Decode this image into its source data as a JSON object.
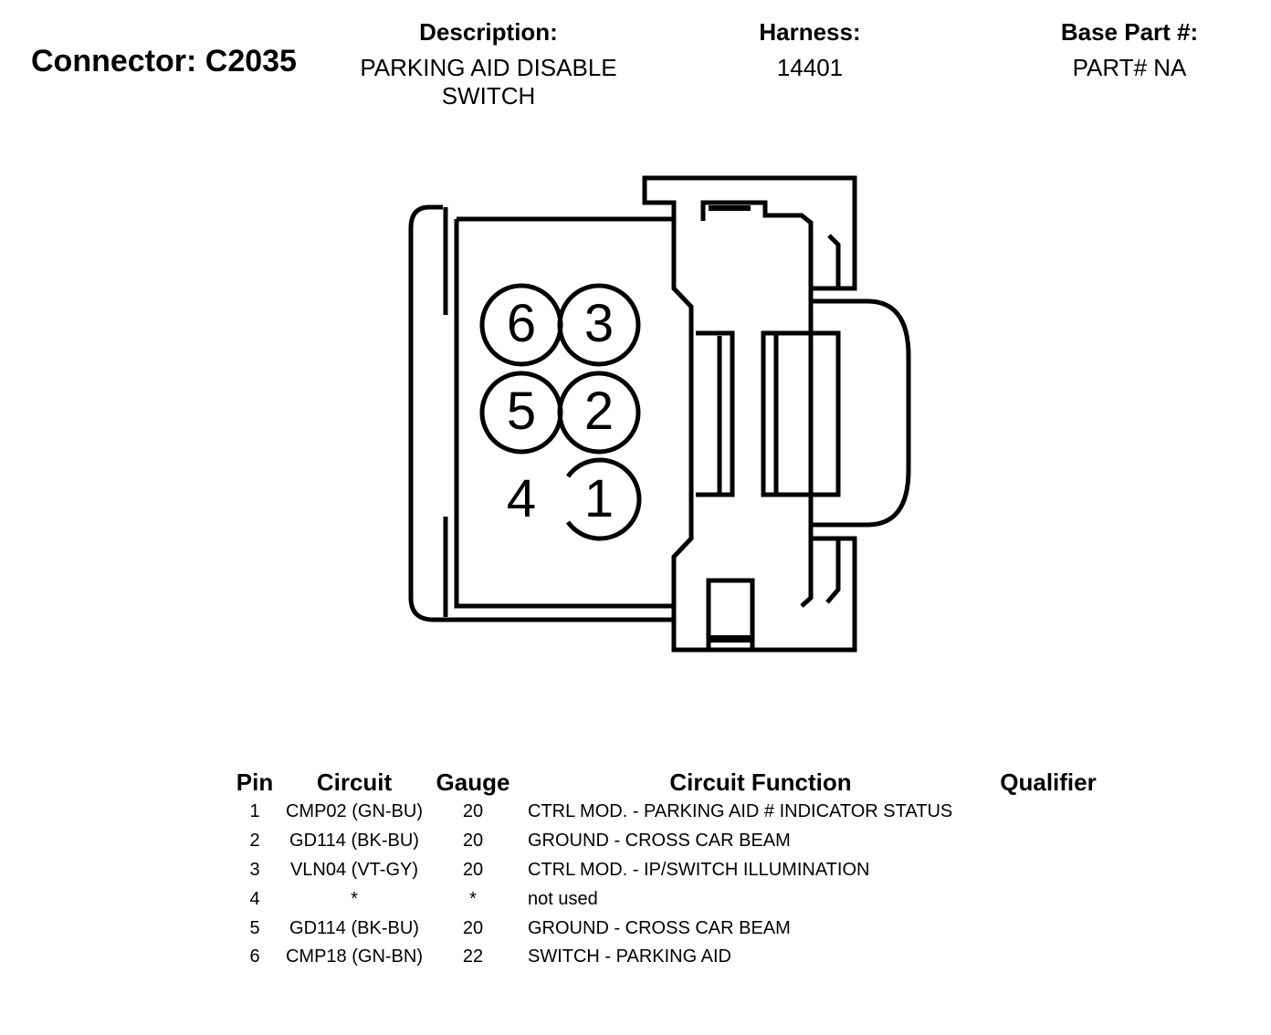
{
  "header": {
    "connector_title": "Connector: C2035",
    "description_label": "Description:",
    "description_line1": "PARKING AID DISABLE",
    "description_line2": "SWITCH",
    "harness_label": "Harness:",
    "harness_value": "14401",
    "base_part_label": "Base Part #:",
    "base_part_value": "PART# NA"
  },
  "connector_pins": [
    "6",
    "3",
    "5",
    "2",
    "4",
    "1"
  ],
  "table": {
    "headers": {
      "pin": "Pin",
      "circuit": "Circuit",
      "gauge": "Gauge",
      "function": "Circuit Function",
      "qualifier": "Qualifier"
    },
    "rows": [
      {
        "pin": "1",
        "circuit": "CMP02 (GN-BU)",
        "gauge": "20",
        "function": "CTRL MOD. - PARKING AID # INDICATOR STATUS",
        "qualifier": ""
      },
      {
        "pin": "2",
        "circuit": "GD114 (BK-BU)",
        "gauge": "20",
        "function": "GROUND - CROSS CAR BEAM",
        "qualifier": ""
      },
      {
        "pin": "3",
        "circuit": "VLN04 (VT-GY)",
        "gauge": "20",
        "function": "CTRL MOD. - IP/SWITCH ILLUMINATION",
        "qualifier": ""
      },
      {
        "pin": "4",
        "circuit": "*",
        "gauge": "*",
        "function": "not used",
        "qualifier": ""
      },
      {
        "pin": "5",
        "circuit": "GD114 (BK-BU)",
        "gauge": "20",
        "function": "GROUND - CROSS CAR BEAM",
        "qualifier": ""
      },
      {
        "pin": "6",
        "circuit": "CMP18 (GN-BN)",
        "gauge": "22",
        "function": "SWITCH - PARKING AID",
        "qualifier": ""
      }
    ]
  }
}
